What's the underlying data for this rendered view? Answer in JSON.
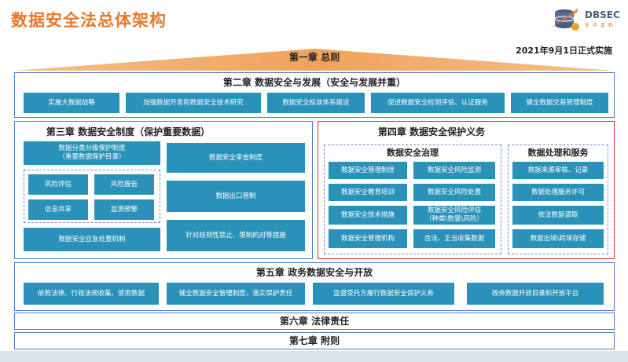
{
  "title": "数据安全法总体架构",
  "logo": {
    "name": "DBSEC",
    "sub": "安 华 金 和"
  },
  "effective_date": "2021年9月1日正式实施",
  "chapter1": {
    "label": "第一章  总则"
  },
  "chapter2": {
    "label": "第二章  数据安全与发展（安全与发展并重）",
    "items": [
      "实施大数据战略",
      "加强数据开发和数据安全技术研究",
      "数据安全标准体系建设",
      "促进数据安全检测评估、认证服务",
      "健全数据交易管理制度"
    ]
  },
  "chapter3": {
    "label": "第三章  数据安全制度（保护重要数据）",
    "left_top": "数据分类分级保护制度\n（重要数据保护目录）",
    "risk_items": [
      "风险评估",
      "风险报告",
      "信息共享",
      "监测预警"
    ],
    "left_bottom": "数据安全应急处置机制",
    "right_items": [
      "数据安全审查制度",
      "数据出口管制",
      "针对歧视性禁止、限制的对等措施"
    ]
  },
  "chapter4": {
    "label": "第四章  数据安全保护义务",
    "governance": {
      "label": "数据安全治理",
      "items": [
        "数据安全管理制度",
        "数据安全风险监测",
        "数据安全教育培训",
        "数据安全风险处置",
        "数据安全技术措施",
        "数据安全风险评估\n（种类\\数量\\风险）",
        "数据安全管理机构",
        "合法、正当收集数据"
      ]
    },
    "processing": {
      "label": "数据处理和服务",
      "items": [
        "数据来源审核、记录",
        "数据处理服务许可",
        "依法数据调取",
        "数据出境\\跨境存储"
      ]
    }
  },
  "chapter5": {
    "label": "第五章  政务数据安全与开放",
    "items": [
      "依照法律、行政法规收集、使用数据",
      "健全数据安全管理制度，落实保护责任",
      "监督受托方履行数据安全保护义务",
      "政务数据开放目录和开放平台"
    ]
  },
  "chapter6": {
    "label": "第六章  法律责任"
  },
  "chapter7": {
    "label": "第七章  附则"
  },
  "colors": {
    "accent_orange": "#e8782a",
    "box_blue": "#2a92b8",
    "frame_blue": "#4f7bc0",
    "frame_red": "#c0392b"
  }
}
